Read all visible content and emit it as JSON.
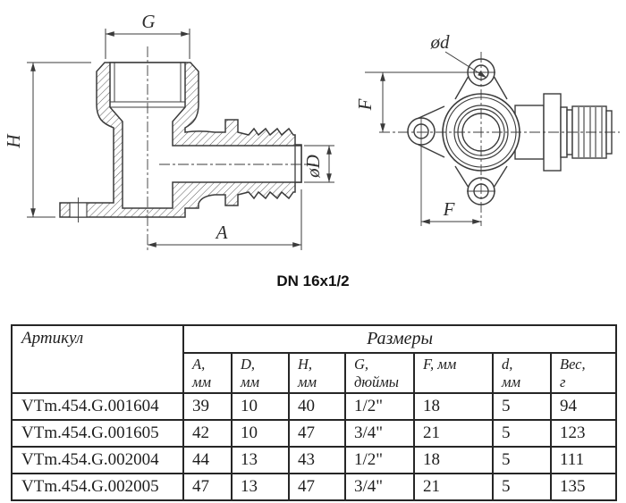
{
  "title": "DN 16x1/2",
  "drawing": {
    "side_view": {
      "dim_g": "G",
      "dim_h": "H",
      "dim_a": "A",
      "dim_d": "øD"
    },
    "front_view": {
      "dim_d_small": "ød",
      "dim_f_left": "F",
      "dim_f_bottom": "F"
    }
  },
  "table": {
    "header": {
      "article": "Артикул",
      "sizes": "Размеры",
      "columns": [
        {
          "line1": "A,",
          "line2": "мм"
        },
        {
          "line1": "D,",
          "line2": "мм"
        },
        {
          "line1": "H,",
          "line2": "мм"
        },
        {
          "line1": "G,",
          "line2": "дюймы"
        },
        {
          "line1": "F, мм",
          "line2": ""
        },
        {
          "line1": "d,",
          "line2": "мм"
        },
        {
          "line1": "Вес,",
          "line2": "г"
        }
      ]
    },
    "rows": [
      {
        "article": "VTm.454.G.001604",
        "a": "39",
        "d_big": "10",
        "h": "40",
        "g": "1/2\"",
        "f": "18",
        "d_small": "5",
        "weight": "94"
      },
      {
        "article": "VTm.454.G.001605",
        "a": "42",
        "d_big": "10",
        "h": "47",
        "g": "3/4\"",
        "f": "21",
        "d_small": "5",
        "weight": "123"
      },
      {
        "article": "VTm.454.G.002004",
        "a": "44",
        "d_big": "13",
        "h": "43",
        "g": "1/2\"",
        "f": "18",
        "d_small": "5",
        "weight": "111"
      },
      {
        "article": "VTm.454.G.002005",
        "a": "47",
        "d_big": "13",
        "h": "47",
        "g": "3/4\"",
        "f": "21",
        "d_small": "5",
        "weight": "135"
      }
    ]
  },
  "colors": {
    "line": "#3b3b3b",
    "table_border": "#262626",
    "background": "#ffffff",
    "text": "#1e1e1e"
  }
}
